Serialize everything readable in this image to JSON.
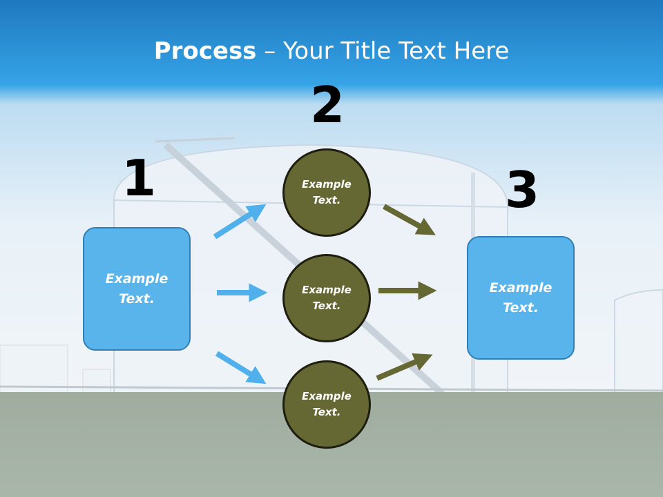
{
  "title": {
    "bold": "Process",
    "rest": " – Your Title Text Here"
  },
  "steps": {
    "n1": "1",
    "n2": "2",
    "n3": "3"
  },
  "left_box": {
    "line1": "Example",
    "line2": "Text."
  },
  "right_box": {
    "line1": "Example",
    "line2": "Text."
  },
  "circles": [
    {
      "line1": "Example",
      "line2": "Text."
    },
    {
      "line1": "Example",
      "line2": "Text."
    },
    {
      "line1": "Example",
      "line2": "Text."
    }
  ],
  "colors": {
    "title_bar_top": "#1f78c0",
    "title_bar_bottom": "#35a4e6",
    "box_fill": "#5ab4ec",
    "circle_fill": "#656833",
    "blue_arrow": "#4fb0ec",
    "olive_arrow": "#656833"
  },
  "background_image": "storage tanks behind a grass field under a blue sky"
}
